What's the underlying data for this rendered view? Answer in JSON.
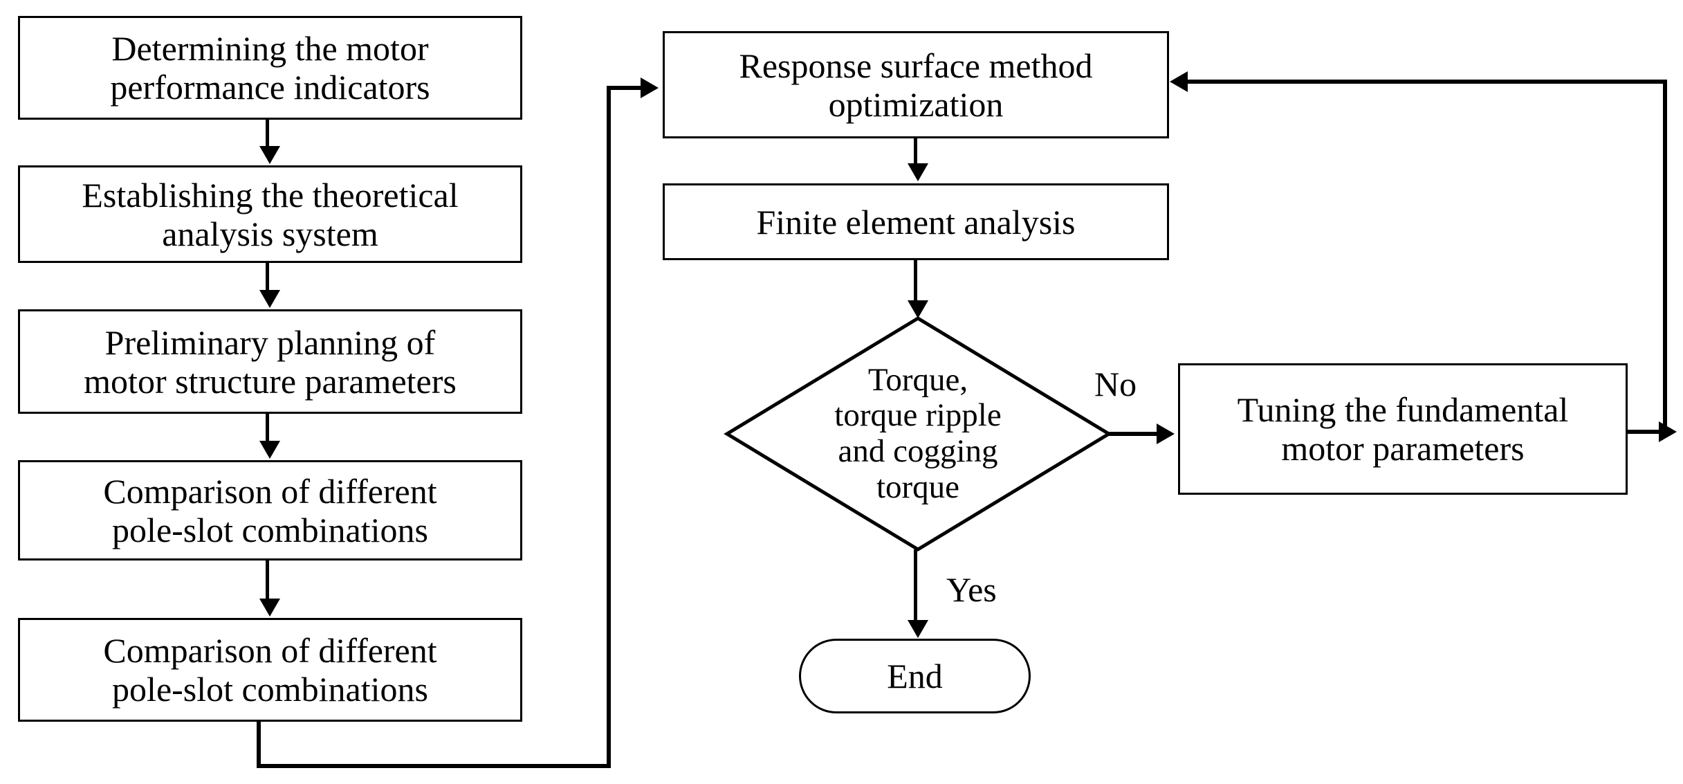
{
  "diagram": {
    "type": "flowchart",
    "title_visible": false,
    "colors": {
      "stroke": "#000000",
      "fill": "#ffffff",
      "text": "#000000"
    },
    "nodes": [
      {
        "id": "n1",
        "shape": "process",
        "lines": [
          "Determining the motor",
          "performance indicators"
        ]
      },
      {
        "id": "n2",
        "shape": "process",
        "lines": [
          "Establishing the theoretical",
          "analysis system"
        ]
      },
      {
        "id": "n3",
        "shape": "process",
        "lines": [
          "Preliminary planning of",
          "motor structure parameters"
        ]
      },
      {
        "id": "n4",
        "shape": "process",
        "lines": [
          "Comparison of different",
          "pole-slot combinations"
        ]
      },
      {
        "id": "n5",
        "shape": "process",
        "lines": [
          "Comparison of different",
          "pole-slot combinations"
        ]
      },
      {
        "id": "n6",
        "shape": "process",
        "lines": [
          "Response surface method",
          "optimization"
        ]
      },
      {
        "id": "n7",
        "shape": "process",
        "lines": [
          "Finite element analysis"
        ]
      },
      {
        "id": "n8",
        "shape": "decision",
        "lines": [
          "Torque,",
          "torque ripple",
          "and cogging",
          "torque"
        ]
      },
      {
        "id": "n9",
        "shape": "process",
        "lines": [
          "Tuning the fundamental",
          "motor parameters"
        ]
      },
      {
        "id": "n10",
        "shape": "terminator",
        "lines": [
          "End"
        ]
      }
    ],
    "edge_labels": {
      "no": "No",
      "yes": "Yes"
    },
    "edges": [
      {
        "from": "n1",
        "to": "n2",
        "label": ""
      },
      {
        "from": "n2",
        "to": "n3",
        "label": ""
      },
      {
        "from": "n3",
        "to": "n4",
        "label": ""
      },
      {
        "from": "n4",
        "to": "n5",
        "label": ""
      },
      {
        "from": "n5",
        "to": "n6",
        "label": ""
      },
      {
        "from": "n6",
        "to": "n7",
        "label": ""
      },
      {
        "from": "n7",
        "to": "n8",
        "label": ""
      },
      {
        "from": "n8",
        "to": "n9",
        "label": "No"
      },
      {
        "from": "n8",
        "to": "n10",
        "label": "Yes"
      },
      {
        "from": "n9",
        "to": "n6",
        "label": ""
      }
    ]
  }
}
